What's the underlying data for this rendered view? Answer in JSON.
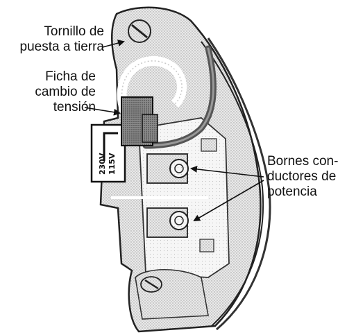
{
  "labels": {
    "ground_screw": [
      "Tornillo de",
      "puesta a tierra"
    ],
    "voltage_plug": [
      "Ficha de",
      "cambio de",
      "tensión"
    ],
    "power_terminals": [
      "Bornes con-",
      "ductores de",
      "potencia"
    ]
  },
  "plug_markings": {
    "high": "230V",
    "low": "115V"
  }
}
